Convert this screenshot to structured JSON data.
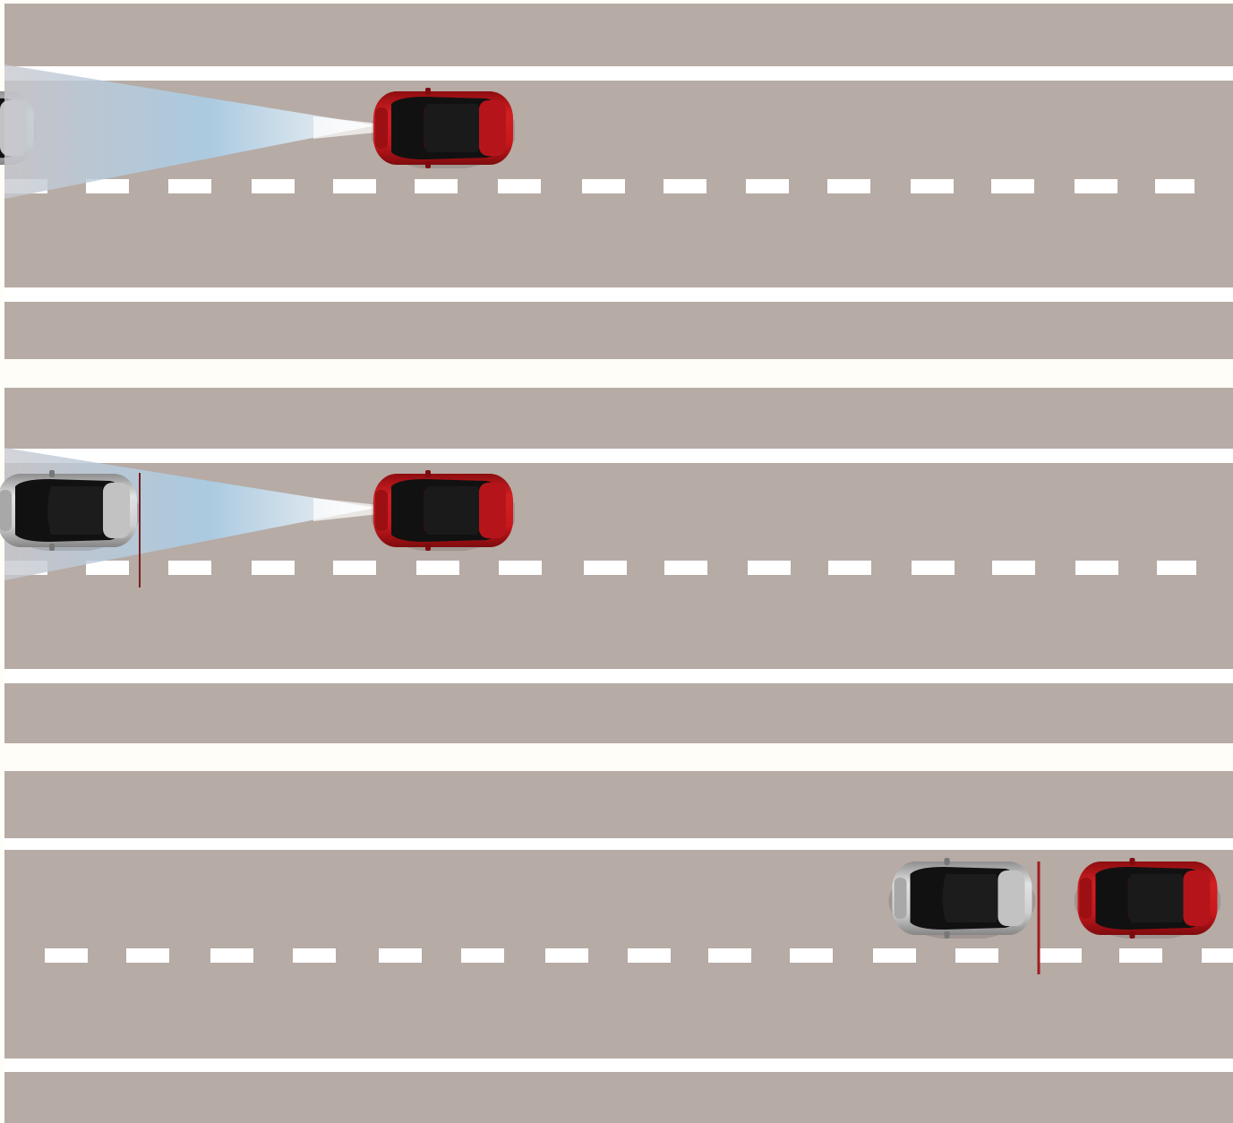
{
  "colors": {
    "page_background": "#fffdf7",
    "asphalt": "#b6aba5",
    "lane_marking": "#ffffff",
    "host_car": "#c8181c",
    "lead_car": "#c4c4c4",
    "radar_beam": "#a9cfea",
    "gap_marker": "#7a1f1f"
  },
  "panels": [
    {
      "step": 1,
      "host_car": {
        "name": "red-car",
        "icon": "car-icon"
      },
      "lead_car": {
        "name": "silver-car",
        "icon": "car-icon",
        "partially_visible": true
      },
      "radar_beam": true,
      "gap_marker": false
    },
    {
      "step": 2,
      "host_car": {
        "name": "red-car",
        "icon": "car-icon"
      },
      "lead_car": {
        "name": "silver-car",
        "icon": "car-icon",
        "partially_visible": false
      },
      "radar_beam": true,
      "gap_marker": true
    },
    {
      "step": 3,
      "host_car": {
        "name": "red-car",
        "icon": "car-icon"
      },
      "lead_car": {
        "name": "silver-car",
        "icon": "car-icon",
        "partially_visible": false
      },
      "radar_beam": false,
      "gap_marker": true
    }
  ]
}
